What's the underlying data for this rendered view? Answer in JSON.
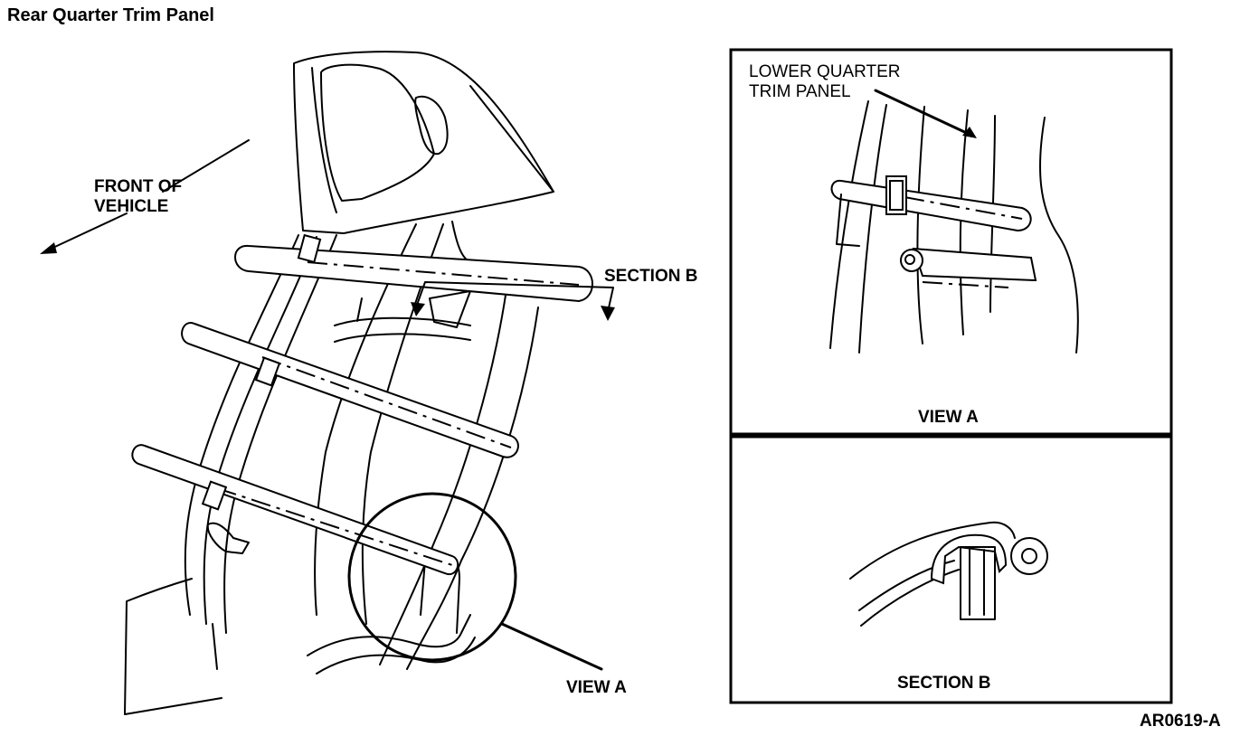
{
  "title": "Rear Quarter Trim Panel",
  "labels": {
    "front_of_vehicle_line1": "FRONT OF",
    "front_of_vehicle_line2": "VEHICLE",
    "section_b_callout": "SECTION B",
    "view_a_callout": "VIEW A",
    "lower_quarter_line1": "LOWER QUARTER",
    "lower_quarter_line2": "TRIM PANEL",
    "view_a_caption": "VIEW A",
    "section_b_caption": "SECTION B",
    "figure_id": "AR0619-A"
  }
}
